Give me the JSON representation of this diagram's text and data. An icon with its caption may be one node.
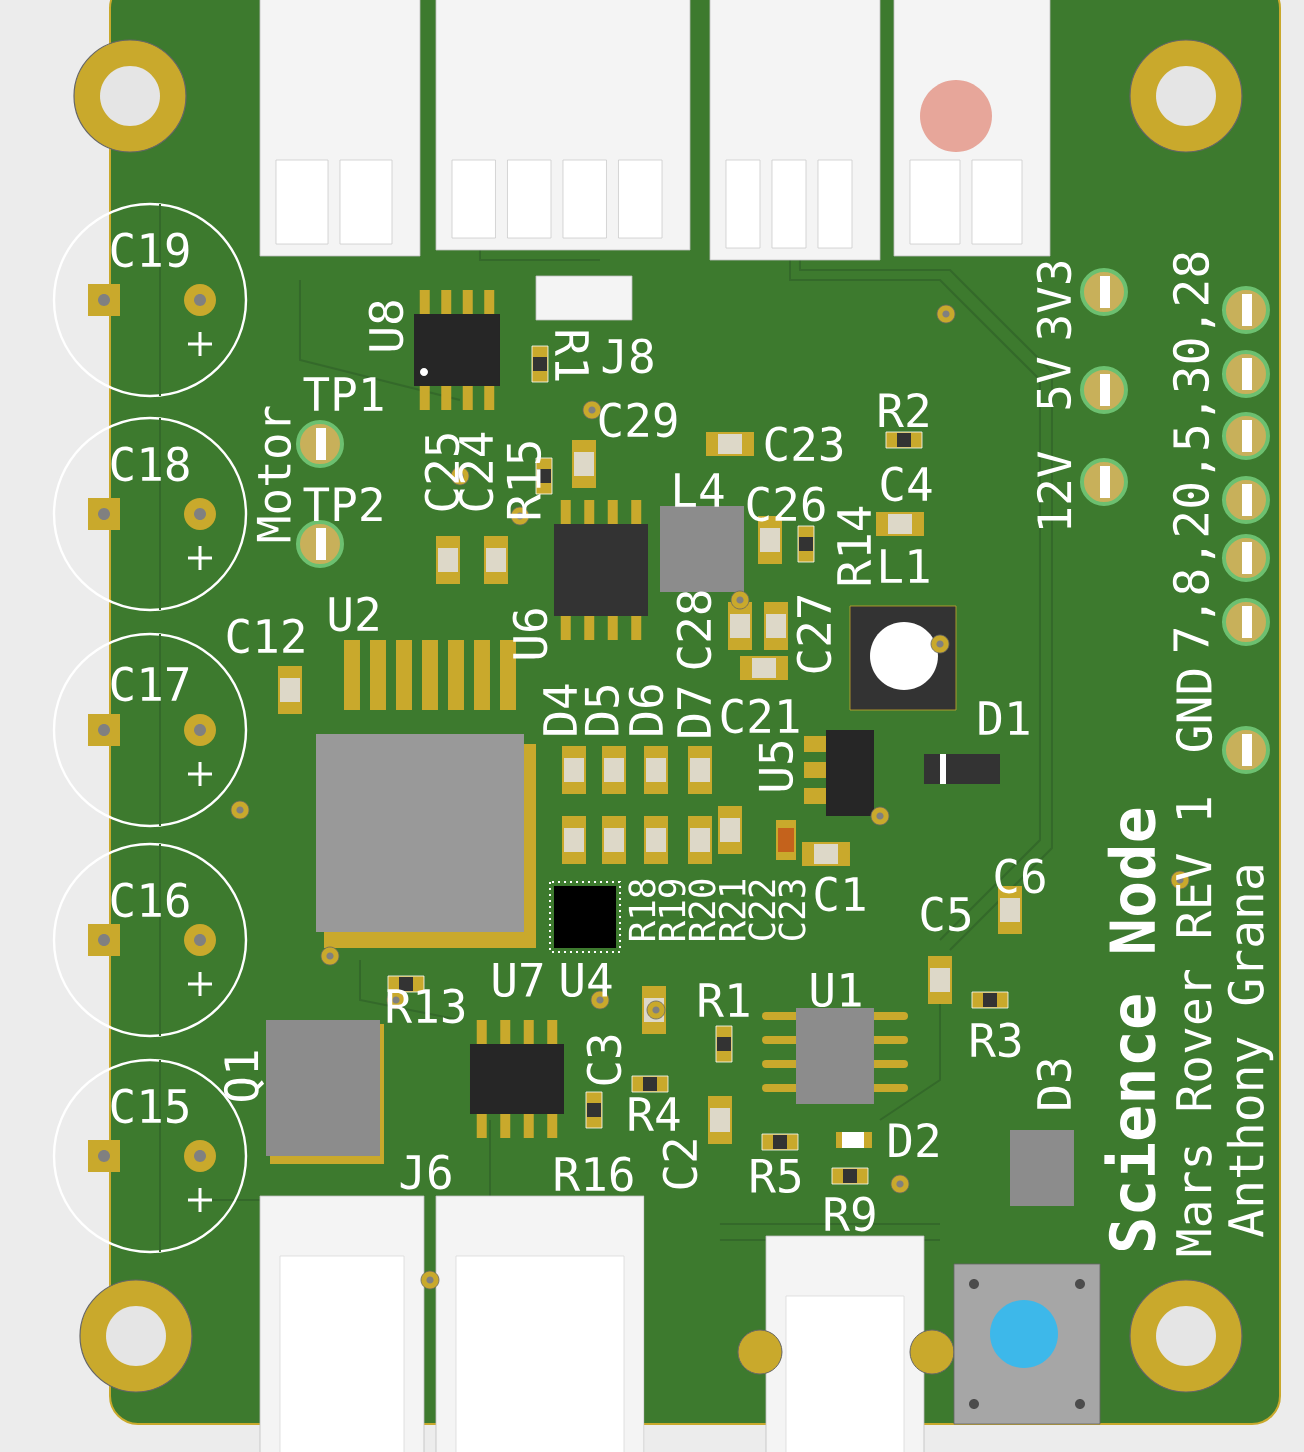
{
  "diagram": {
    "labels": [
      "C19",
      "U8",
      "R1",
      "J8",
      "3V3",
      "7,8,20,5,30,28",
      "TP1",
      "C29",
      "R2",
      "C23",
      "5V",
      "C18",
      "Motor",
      "C25",
      "C24",
      "R15",
      "TP2",
      "L4",
      "C26",
      "C4",
      "12V",
      "R14",
      "L1",
      "C28",
      "U2",
      "U6",
      "C27",
      "C12",
      "C17",
      "D4",
      "D5",
      "D6",
      "D7",
      "C21",
      "D1",
      "GND",
      "U5",
      "C1",
      "C6",
      "C16",
      "R18",
      "R19",
      "R20",
      "R21",
      "C22",
      "C23",
      "C5",
      "U7",
      "U4",
      "R1",
      "U1",
      "R13",
      "R3",
      "Q1",
      "C3",
      "R4",
      "D3",
      "C15",
      "C2",
      "R5",
      "D2",
      "J6",
      "R16",
      "R9",
      "Science Node",
      "Mars Rover REV 1",
      "Anthony Grana"
    ]
  }
}
